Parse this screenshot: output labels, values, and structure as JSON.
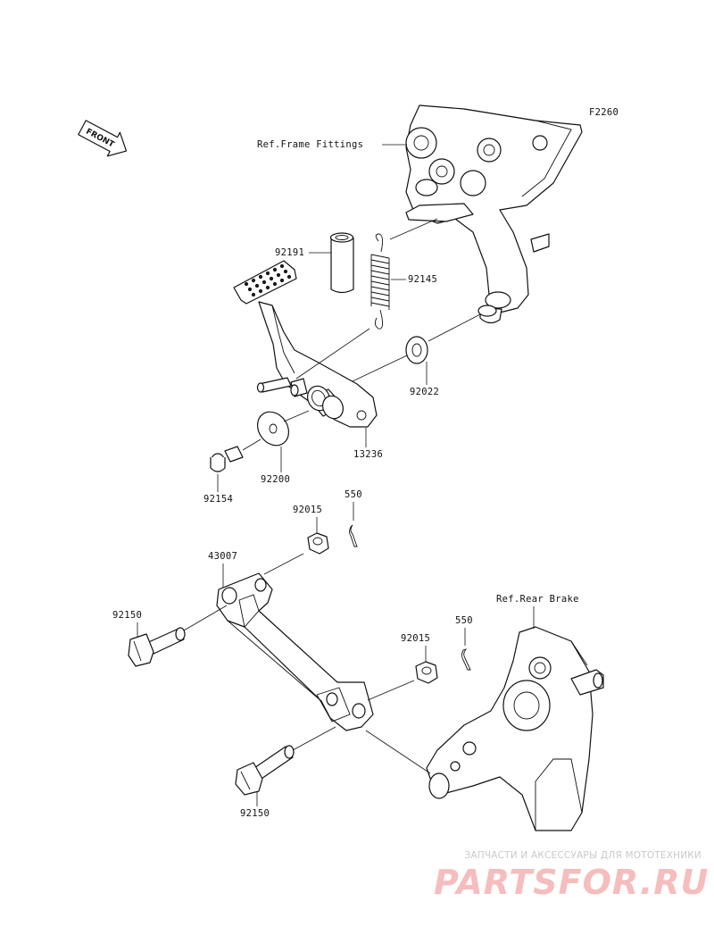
{
  "diagram": {
    "code": "F2260",
    "front_label": "FRONT",
    "refs": {
      "frame_fittings": "Ref.Frame Fittings",
      "rear_brake": "Ref.Rear Brake"
    },
    "parts": {
      "p92191": "92191",
      "p92145": "92145",
      "p92022": "92022",
      "p13236": "13236",
      "p92200": "92200",
      "p92154": "92154",
      "p550a": "550",
      "p92015a": "92015",
      "p43007": "43007",
      "p92150a": "92150",
      "p550b": "550",
      "p92015b": "92015",
      "p92150b": "92150"
    }
  },
  "watermark": {
    "tagline": "ЗАПЧАСТИ И АКСЕССУАРЫ ДЛЯ МОТОТЕХНИКИ",
    "logo": "PARTSFOR.RU"
  }
}
